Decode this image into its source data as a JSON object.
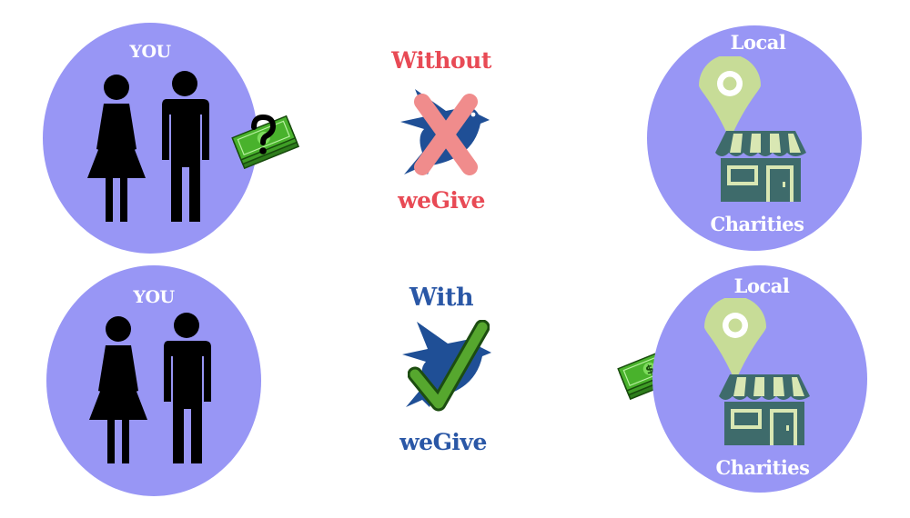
{
  "colors": {
    "circle": "#9896f5",
    "without": "#e84a55",
    "with": "#2a57a6",
    "bird": "#1f4f96",
    "cross": "#f08c8c",
    "check": "#56a72e",
    "pin": "#c7dc97",
    "shop_body": "#3e6b6b",
    "shop_stripe": "#d9e7b3",
    "money": "#3f9e26"
  },
  "top_row": {
    "you_label": "YOU",
    "mode_label": "Without",
    "brand_label": "weGive",
    "local_label": "Local",
    "charities_label": "Charities"
  },
  "bottom_row": {
    "you_label": "YOU",
    "mode_label": "With",
    "brand_label": "weGive",
    "local_label": "Local",
    "charities_label": "Charities"
  },
  "icons": {
    "people": "people-icon",
    "money": "money-icon",
    "question": "question-mark-icon",
    "dollar": "dollar-icon",
    "bird": "bird-logo-icon",
    "cross": "cross-icon",
    "check": "checkmark-icon",
    "pin": "location-pin-icon",
    "shop": "storefront-icon"
  }
}
